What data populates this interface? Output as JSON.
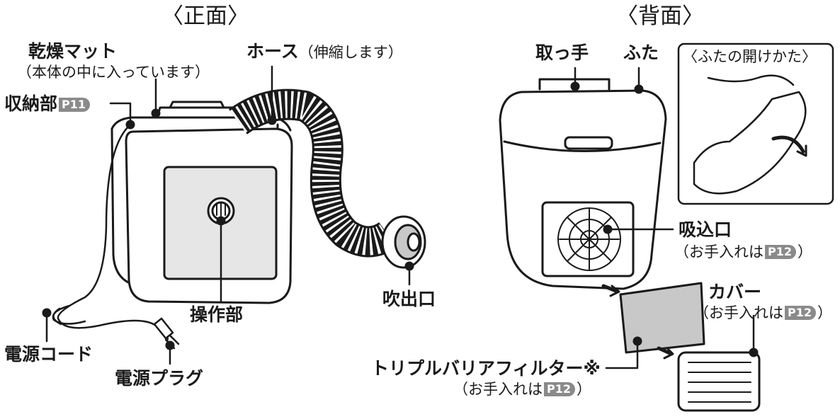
{
  "front": {
    "title": "〈正面〉",
    "mat": {
      "label": "乾燥マット",
      "note": "（本体の中に入っています）"
    },
    "hose": {
      "label": "ホース",
      "note": "（伸縮します）"
    },
    "storage": {
      "label": "収納部",
      "ref": "P11"
    },
    "outlet": {
      "label": "吹出口"
    },
    "controls": {
      "label": "操作部"
    },
    "cord": {
      "label": "電源コード"
    },
    "plug": {
      "label": "電源プラグ"
    }
  },
  "back": {
    "title": "〈背面〉",
    "handle": {
      "label": "取っ手"
    },
    "lid": {
      "label": "ふた"
    },
    "inset_title": "〈ふたの開けかた〉",
    "intake": {
      "label": "吸込口",
      "note_pre": "（お手入れは",
      "ref": "P12",
      "note_post": "）"
    },
    "cover": {
      "label": "カバー",
      "note_pre": "（お手入れは",
      "ref": "P12",
      "note_post": "）"
    },
    "filter": {
      "label": "トリプルバリアフィルター※",
      "note_pre": "（お手入れは",
      "ref": "P12",
      "note_post": "）"
    }
  },
  "colors": {
    "line": "#1a1a1a",
    "panel": "#e6e6e6",
    "filter": "#c8c8c8",
    "ref_badge": "#8a8a8a"
  }
}
